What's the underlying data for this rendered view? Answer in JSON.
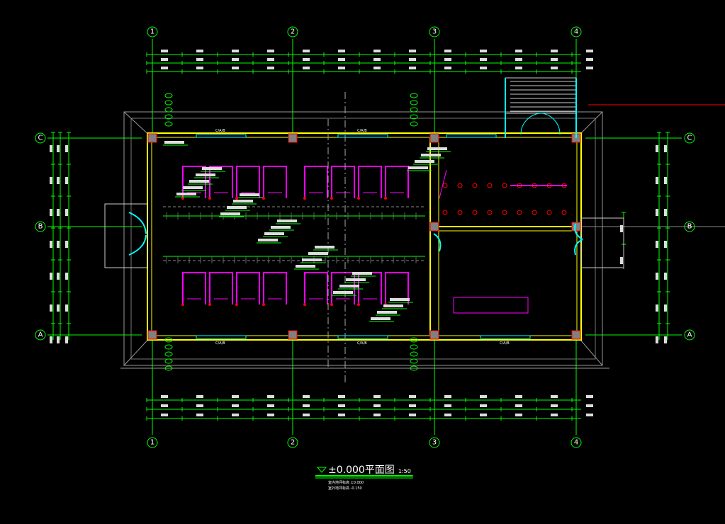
{
  "drawing": {
    "title": "±0.000平面图",
    "scale": "1:50",
    "notes": [
      "室内地坪标高 ±0.000",
      "室外地坪标高 -0.150"
    ]
  },
  "axes": {
    "columns": [
      "1",
      "2",
      "3",
      "4"
    ],
    "rows": [
      "C",
      "B",
      "A"
    ]
  },
  "windows": {
    "top": [
      "C/A/B",
      "C/A/B"
    ],
    "bottom": [
      "C/A/B",
      "C/A/B",
      "C/A/B"
    ]
  },
  "colors": {
    "background": "#000000",
    "dimension": "#00ff00",
    "wall": "#ffff00",
    "fixture": "#ff00ff",
    "door": "#00ffff",
    "column": "#808080",
    "redline": "#ff0000"
  }
}
